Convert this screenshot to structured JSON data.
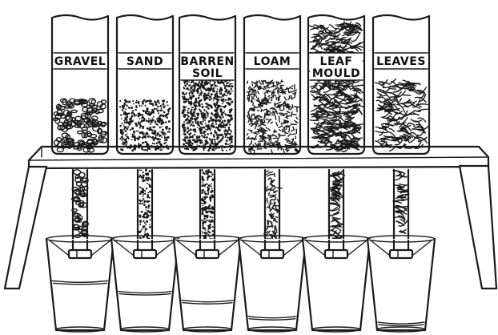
{
  "figure": {
    "description_hidden": "",
    "ink_color": "#1a1a1a",
    "background_color": "#ffffff"
  },
  "tubes": [
    {
      "label_lines": [
        "GRAVEL"
      ],
      "material": "gravel",
      "water_level": 0.78
    },
    {
      "label_lines": [
        "SAND"
      ],
      "material": "sand",
      "water_level": 0.6
    },
    {
      "label_lines": [
        "BARREN",
        "SOIL"
      ],
      "material": "barren-soil",
      "water_level": 0.45
    },
    {
      "label_lines": [
        "LOAM"
      ],
      "material": "loam",
      "water_level": 0.18
    },
    {
      "label_lines": [
        "LEAF",
        "MOULD"
      ],
      "material": "leaf-mould",
      "water_level": 0.0
    },
    {
      "label_lines": [
        "LEAVES"
      ],
      "material": "leaves",
      "water_level": 0.08
    }
  ]
}
